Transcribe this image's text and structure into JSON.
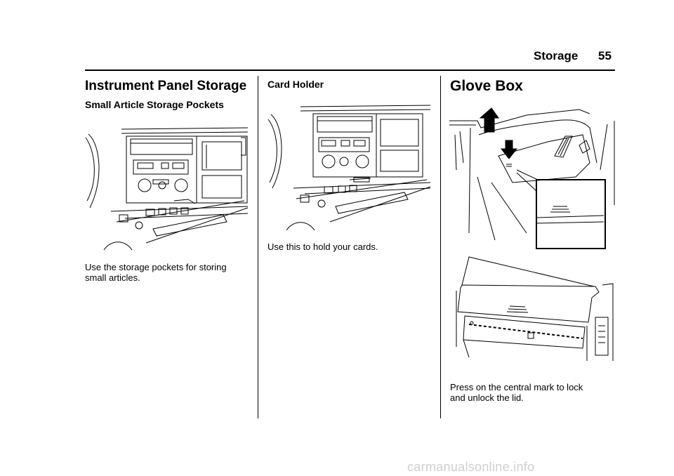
{
  "header": {
    "section": "Storage",
    "page_number": "55"
  },
  "column1": {
    "heading": "Instrument Panel Storage",
    "subheading": "Small Article Storage Pockets",
    "body_line1": "Use the storage pockets for storing",
    "body_line2": "small articles."
  },
  "column2": {
    "subheading": "Card Holder",
    "body": "Use this to hold your cards."
  },
  "column3": {
    "heading": "Glove Box",
    "body_line1": "Press on the central mark to lock",
    "body_line2": "and unlock the lid."
  },
  "footer": {
    "watermark": "carmanualsonline.info"
  }
}
